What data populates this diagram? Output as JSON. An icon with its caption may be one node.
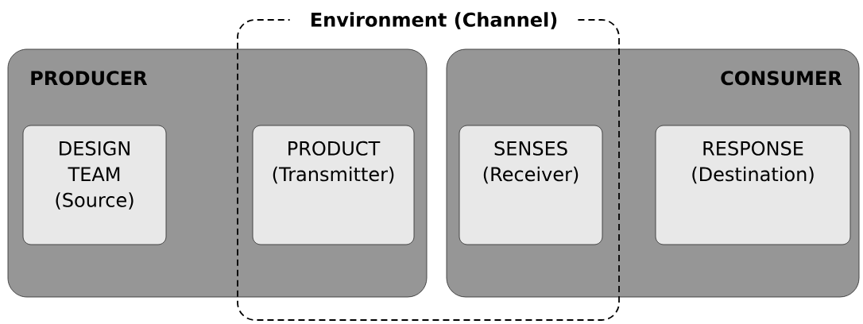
{
  "diagram": {
    "nodes": [
      {
        "text": [
          "Environment (Channel)"
        ]
      },
      {
        "text": [
          "PRODUCER"
        ]
      },
      {
        "text": [
          "DESIGN TEAM (Source)"
        ],
        "in": 1
      },
      {
        "text": [
          "PRODUCT (Transmitter)"
        ]
      },
      {
        "text": [
          "CONSUMER"
        ]
      },
      {
        "text": [
          "SENSES (Receiver)"
        ]
      },
      {
        "text": [
          "RESPONSE (Destination)"
        ],
        "in": 4
      }
    ]
  }
}
